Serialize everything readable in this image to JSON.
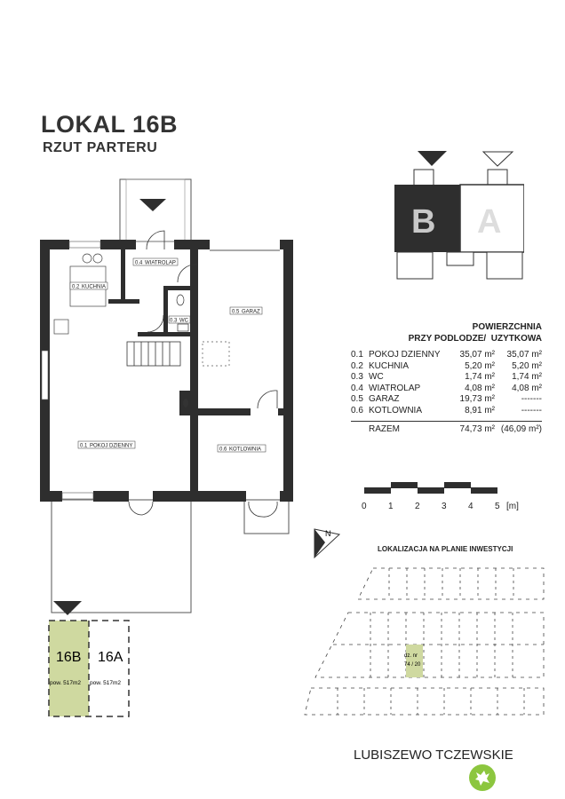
{
  "header": {
    "title": "LOKAL 16B",
    "subtitle": "RZUT PARTERU"
  },
  "rooms": [
    {
      "no": "0.1",
      "name": "POKOJ DZIENNY"
    },
    {
      "no": "0.2",
      "name": "KUCHNIA"
    },
    {
      "no": "0.3",
      "name": "WC"
    },
    {
      "no": "0.4",
      "name": "WIATROLAP"
    },
    {
      "no": "0.5",
      "name": "GARAZ"
    },
    {
      "no": "0.6",
      "name": "KOTLOWNIA"
    }
  ],
  "key_plan": {
    "left": "B",
    "right": "A"
  },
  "area_table": {
    "header1": "POWIERZCHNIA",
    "header2": "PRZY PODLODZE/  UZYTKOWA",
    "rows": [
      {
        "no": "0.1",
        "name": "POKOJ DZIENNY",
        "floor": "35,07 m²",
        "usable": "35,07 m²"
      },
      {
        "no": "0.2",
        "name": "KUCHNIA",
        "floor": "5,20 m²",
        "usable": "5,20 m²"
      },
      {
        "no": "0.3",
        "name": "WC",
        "floor": "1,74 m²",
        "usable": "1,74 m²"
      },
      {
        "no": "0.4",
        "name": "WIATROLAP",
        "floor": "4,08 m²",
        "usable": "4,08 m²"
      },
      {
        "no": "0.5",
        "name": "GARAZ",
        "floor": "19,73 m²",
        "usable": "-------"
      },
      {
        "no": "0.6",
        "name": "KOTLOWNIA",
        "floor": "8,91 m²",
        "usable": "-------"
      }
    ],
    "total_label": "RAZEM",
    "total_floor": "74,73 m²",
    "total_usable": "(46,09 m²)"
  },
  "scale": {
    "ticks": [
      "0",
      "1",
      "2",
      "3",
      "4",
      "5"
    ],
    "unit": "[m]"
  },
  "compass": "N",
  "location": {
    "title": "LOKALIZACJA NA PLANIE INWESTYCJI",
    "plot_line1": "dz. nr",
    "plot_line2": "74 / 20"
  },
  "plots": [
    {
      "name": "16B",
      "area": "pow. 517m2",
      "highlight": "#cfd9a0"
    },
    {
      "name": "16A",
      "area": "pow. 517m2"
    }
  ],
  "brand": "LUBISZEWO TCZEWSKIE",
  "colors": {
    "wall": "#2e2e2e",
    "highlight": "#cfd9a0",
    "logo": "#8cc63f"
  }
}
